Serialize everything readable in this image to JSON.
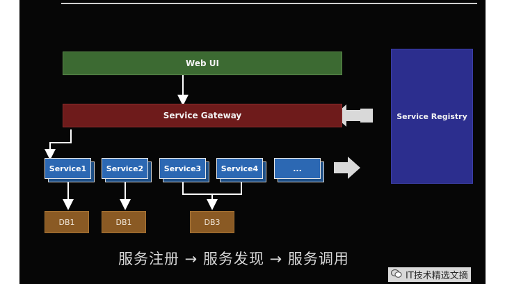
{
  "diagram": {
    "web_ui": "Web UI",
    "gateway": "Service Gateway",
    "registry": "Service Registry",
    "services": [
      "Service1",
      "Service2",
      "Service3",
      "Service4",
      "..."
    ],
    "databases": [
      "DB1",
      "DB1",
      "DB3"
    ],
    "caption": "服务注册 → 服务发现 → 服务调用"
  },
  "watermark": "IT技术精选文摘",
  "colors": {
    "web_ui": "#3c6a32",
    "gateway": "#6e1b1b",
    "registry": "#2c2e8e",
    "service": "#2c68b3",
    "db": "#8a5a24",
    "background": "#060606"
  }
}
